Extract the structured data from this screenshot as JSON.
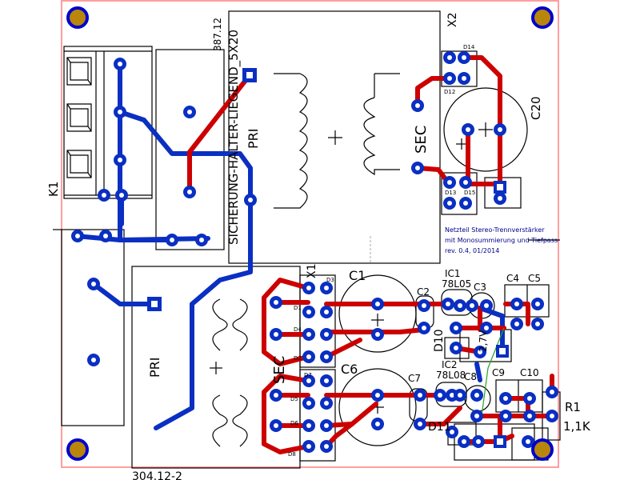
{
  "colors": {
    "board_outline": "#ff7f7f",
    "silkscreen": "#000000",
    "top_copper": "#cc0000",
    "bottom_copper": "#0a2fc2",
    "pad_ring": "#0a2fc2",
    "pad_hole": "#ffffff",
    "mount_hole": "#b8860b",
    "mount_ring": "#0000cc",
    "note_text": "#00008b",
    "jumper": "#2aa02a"
  },
  "labels": {
    "k1": "K1",
    "code_top": "387.12",
    "fuse_label": "SICHERUNG-HALTER-LIEGEND_5X20",
    "x2": "X2",
    "sec_top": "SEC",
    "pri_top": "PRI",
    "c20": "C20",
    "x1": "X1",
    "c1": "C1",
    "c6": "C6",
    "c2": "C2",
    "ic1": "IC1",
    "ic1_part": "78L05",
    "c3": "C3",
    "c4": "C4",
    "c5": "C5",
    "d10": "D10",
    "d9_part": "2,7V",
    "ic2": "IC2",
    "ic2_part": "78L08",
    "c7": "C7",
    "c8": "C8",
    "c9": "C9",
    "c10": "C10",
    "r1": "R1",
    "r1_val": "1,1K",
    "d11": "D11",
    "pri_bottom": "PRI",
    "sec_bottom": "SEC",
    "code_bottom": "304.12-2",
    "d14": "D14",
    "d12": "D12",
    "d13": "D13",
    "d15": "D15",
    "d3": "D3",
    "d1": "D1",
    "d4": "D4",
    "d2": "D2",
    "d7": "D7",
    "d5": "D5",
    "d6": "D6",
    "d8": "D8"
  },
  "note": {
    "line1": "Netzteil Stereo-Trennverstärker",
    "line2": "mit Monosummierung und Tiefpass",
    "line3": "rev. 0.4, 01/2014"
  }
}
